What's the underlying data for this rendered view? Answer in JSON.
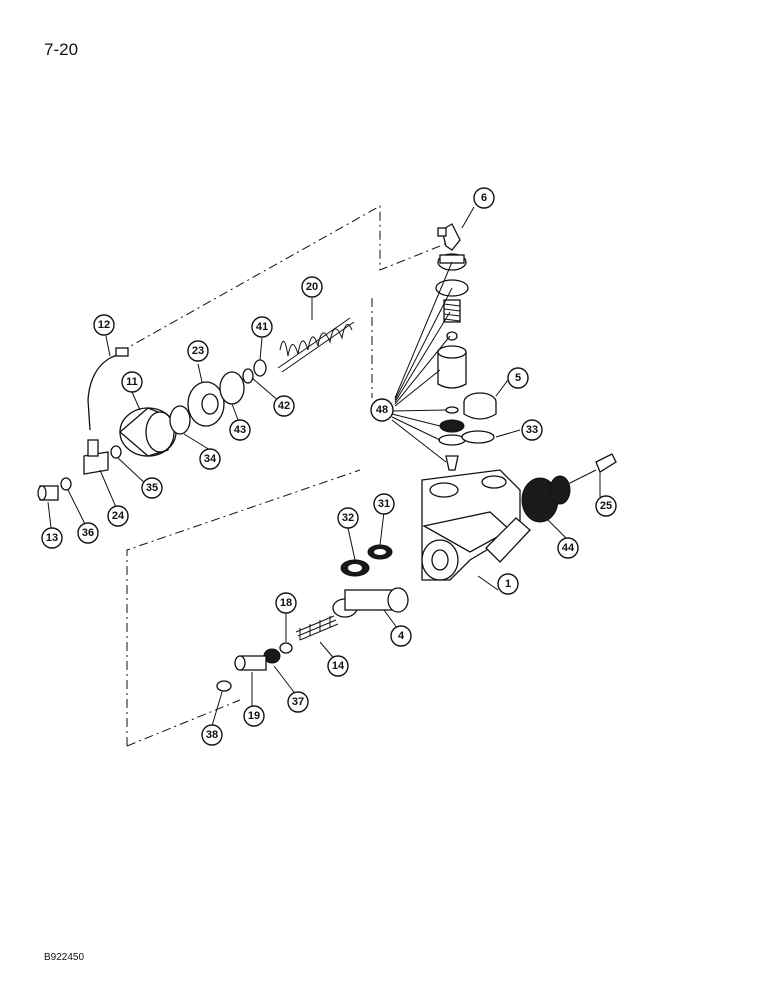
{
  "page_number": "7-20",
  "figure_code": "B922450",
  "callouts": {
    "c1": "1",
    "c4": "4",
    "c5": "5",
    "c6": "6",
    "c11": "11",
    "c12": "12",
    "c13": "13",
    "c14": "14",
    "c18": "18",
    "c19": "19",
    "c20": "20",
    "c23": "23",
    "c24": "24",
    "c25": "25",
    "c31": "31",
    "c32": "32",
    "c33": "33",
    "c34": "34",
    "c35": "35",
    "c36": "36",
    "c37": "37",
    "c38": "38",
    "c41": "41",
    "c42": "42",
    "c43": "43",
    "c44": "44",
    "c48": "48"
  }
}
